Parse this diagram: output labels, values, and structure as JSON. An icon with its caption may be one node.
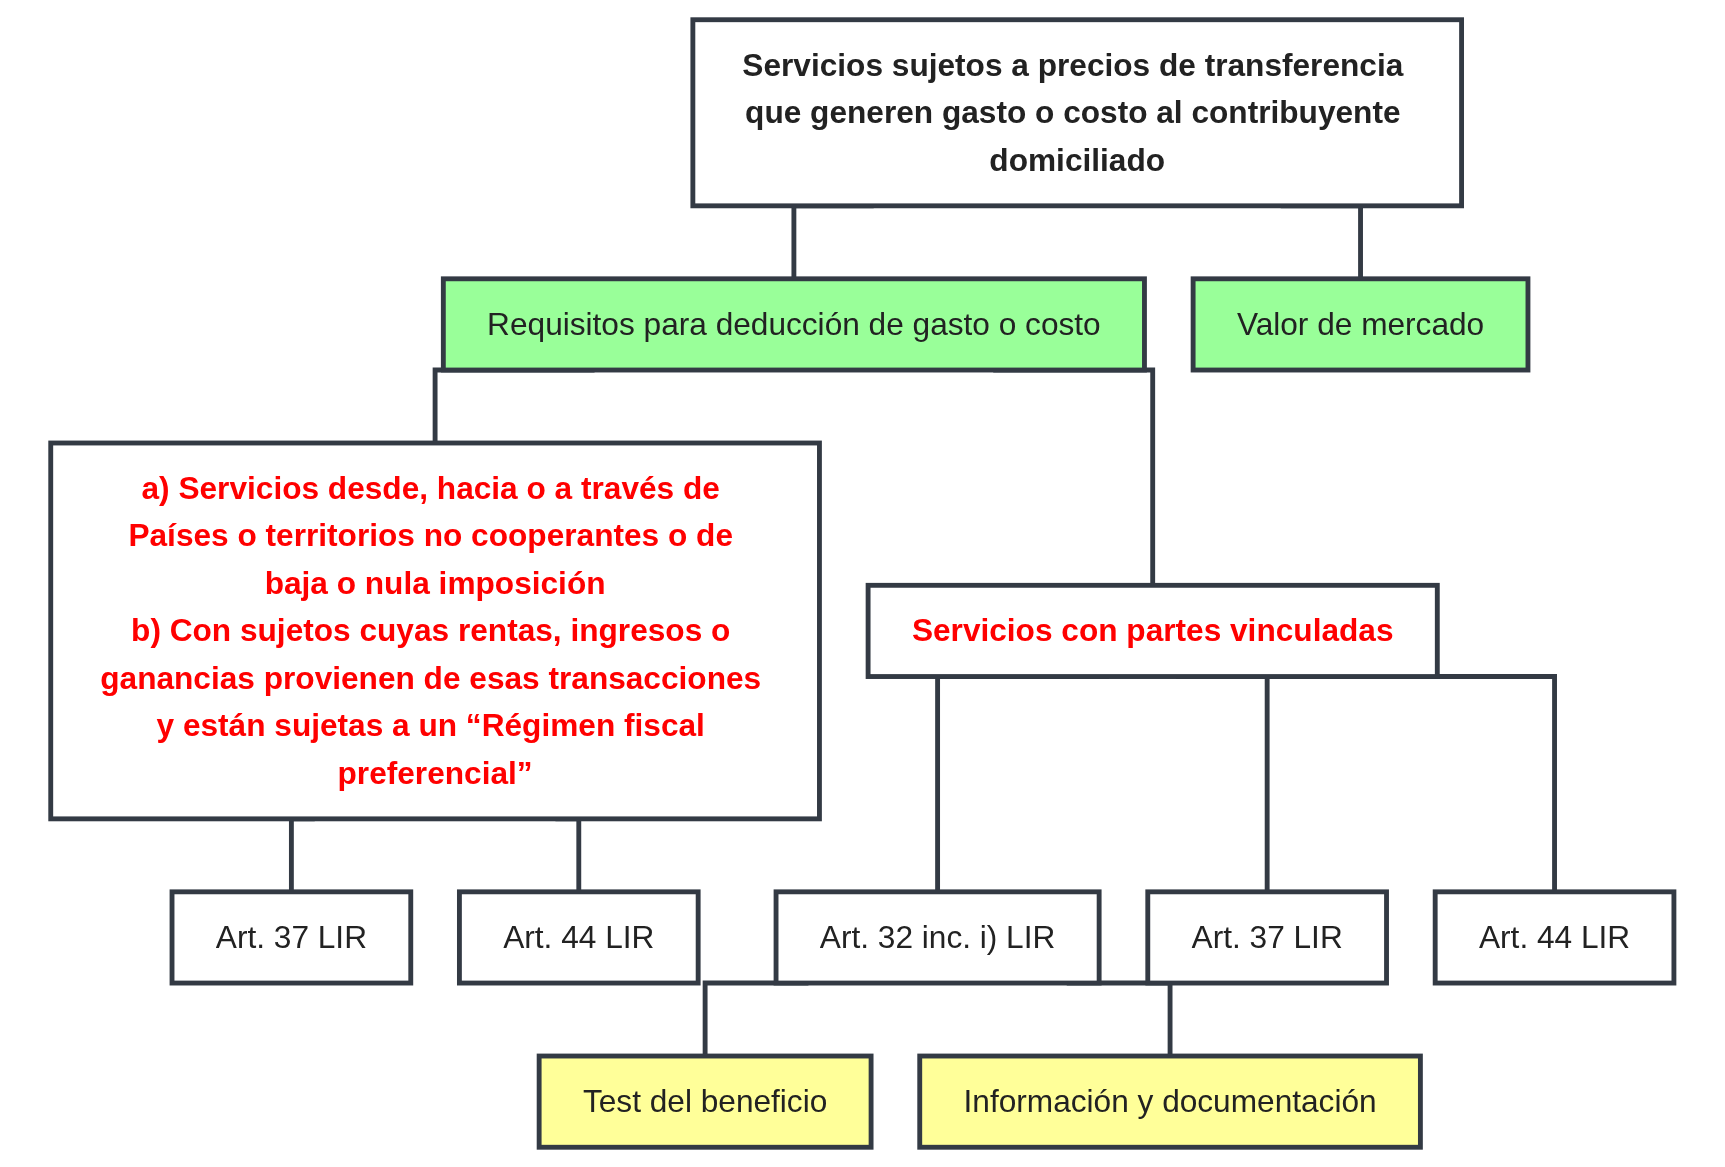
{
  "diagram": {
    "nodes": [
      {
        "text": [
          "Servicios sujetos a precios de transferencia que generen gasto o costo al contribuyente domiciliado"
        ]
      },
      {
        "text": [
          "Requisitos para deducción de gasto o costo"
        ]
      },
      {
        "text": [
          "Valor de mercado"
        ]
      },
      {
        "text": [
          "a) Servicios desde, hacia o a través de Países o territorios no cooperantes o de baja o nula imposición",
          "b) Con sujetos cuyas rentas, ingresos o ganancias provienen de esas transacciones y están sujetas a un “Régimen fiscal preferencial”"
        ]
      },
      {
        "text": [
          "Servicios con partes vinculadas"
        ]
      },
      {
        "text": [
          "Art. 37 LIR"
        ]
      },
      {
        "text": [
          "Art. 44 LIR"
        ]
      },
      {
        "text": [
          "Art. 32 inc. i) LIR"
        ]
      },
      {
        "text": [
          "Test del beneficio"
        ]
      },
      {
        "text": [
          "Información y documentación"
        ]
      },
      {
        "text": [
          "Art. 37 LIR"
        ]
      },
      {
        "text": [
          "Art. 44 LIR"
        ]
      }
    ],
    "edges": [
      {
        "from": 0,
        "to": 1,
        "arrow": "none"
      },
      {
        "from": 0,
        "to": 2,
        "arrow": "none"
      },
      {
        "from": 1,
        "to": 3,
        "arrow": "none"
      },
      {
        "from": 1,
        "to": 4,
        "arrow": "none"
      },
      {
        "from": 3,
        "to": 5,
        "arrow": "none"
      },
      {
        "from": 3,
        "to": 6,
        "arrow": "none"
      },
      {
        "from": 4,
        "to": 7,
        "arrow": "none"
      },
      {
        "from": 4,
        "to": 10,
        "arrow": "none"
      },
      {
        "from": 4,
        "to": 11,
        "arrow": "none"
      },
      {
        "from": 7,
        "to": 8,
        "arrow": "none"
      },
      {
        "from": 7,
        "to": 9,
        "arrow": "none"
      }
    ]
  }
}
